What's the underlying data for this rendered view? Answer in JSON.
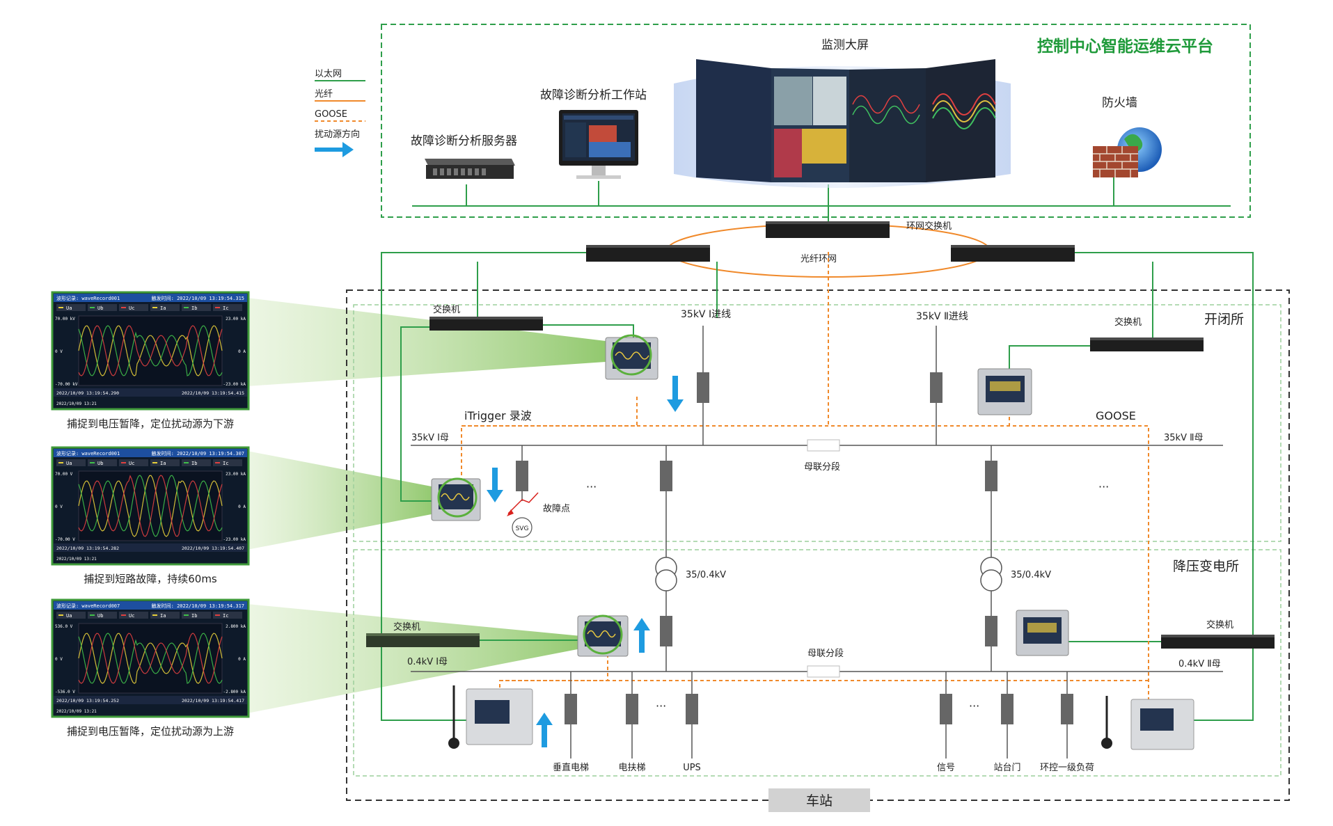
{
  "legend": {
    "ethernet": "以太网",
    "fiber": "光纤",
    "goose": "GOOSE",
    "disturbance_direction": "扰动源方向"
  },
  "colors": {
    "ethernet": "#2e9e4a",
    "fiber": "#f0892a",
    "goose": "#f0892a",
    "arrow": "#1e9be0",
    "platform_title": "#1f9a3a",
    "fault": "#d9211d"
  },
  "cloud": {
    "title": "控制中心智能运维云平台",
    "big_screen": "监测大屏",
    "workstation": "故障诊断分析工作站",
    "server": "故障诊断分析服务器",
    "firewall": "防火墙"
  },
  "ring": {
    "ring_switch": "环网交换机",
    "fiber_ring": "光纤环网"
  },
  "switching_station": {
    "title": "开闭所",
    "switch_left": "交换机",
    "switch_right": "交换机",
    "incoming_1": "35kV Ⅰ进线",
    "incoming_2": "35kV Ⅱ进线",
    "itrigger": "iTrigger 录波",
    "goose": "GOOSE",
    "bus_1": "35kV Ⅰ母",
    "bus_2": "35kV Ⅱ母",
    "bus_tie": "母联分段",
    "fault_point": "故障点",
    "svg": "SVG",
    "ellipsis": "···"
  },
  "substation": {
    "title": "降压变电所",
    "transformer_1": "35/0.4kV",
    "transformer_2": "35/0.4kV",
    "switch_left": "交换机",
    "switch_right": "交换机",
    "bus_1": "0.4kV Ⅰ母",
    "bus_2": "0.4kV Ⅱ母",
    "bus_tie": "母联分段",
    "loads": [
      "垂直电梯",
      "电扶梯",
      "UPS",
      "信号",
      "站台门",
      "环控一级负荷"
    ],
    "ellipsis": "···"
  },
  "station_label": "车站",
  "waveforms": [
    {
      "header_left": "波形记录: waveRecord001",
      "header_right": "触发时间: 2022/10/09 13:19:54.315",
      "legend": [
        "Ua",
        "Ub",
        "Uc",
        "Ia",
        "Ib",
        "Ic"
      ],
      "y_top_left": "70.00 kV",
      "y_mid_left": "0 V",
      "y_bot_left": "-70.00 kV",
      "y_top_right": "23.00 kA",
      "y_mid_right": "0 A",
      "y_bot_right": "-23.00 kA",
      "time_left": "2022/10/09 13:19:54.290",
      "time_right": "2022/10/09 13:19:54.415",
      "footer": "2022/10/09 13:21",
      "caption": "捕捉到电压暂降，定位扰动源为下游"
    },
    {
      "header_left": "波形记录: waveRecord001",
      "header_right": "触发时间: 2022/10/09 13:19:54.307",
      "legend": [
        "Ua",
        "Ub",
        "Uc",
        "Ia",
        "Ib",
        "Ic"
      ],
      "y_top_left": "70.00 V",
      "y_mid_left": "0 V",
      "y_bot_left": "-70.00 V",
      "y_top_right": "23.00 kA",
      "y_mid_right": "0 A",
      "y_bot_right": "-23.00 kA",
      "time_left": "2022/10/09 13:19:54.282",
      "time_right": "2022/10/09 13:19:54.407",
      "footer": "2022/10/09 13:21",
      "caption": "捕捉到短路故障，持续60ms"
    },
    {
      "header_left": "波形记录: waveRecord007",
      "header_right": "触发时间: 2022/10/09 13:19:54.317",
      "legend": [
        "Ua",
        "Ub",
        "Uc",
        "Ia",
        "Ib",
        "Ic"
      ],
      "y_top_left": "536.0 V",
      "y_mid_left": "0 V",
      "y_bot_left": "-536.0 V",
      "y_top_right": "2.800 kA",
      "y_mid_right": "0 A",
      "y_bot_right": "-2.800 kA",
      "time_left": "2022/10/09 13:19:54.252",
      "time_right": "2022/10/09 13:19:54.417",
      "footer": "2022/10/09 13:21",
      "caption": "捕捉到电压暂降，定位扰动源为上游"
    }
  ]
}
